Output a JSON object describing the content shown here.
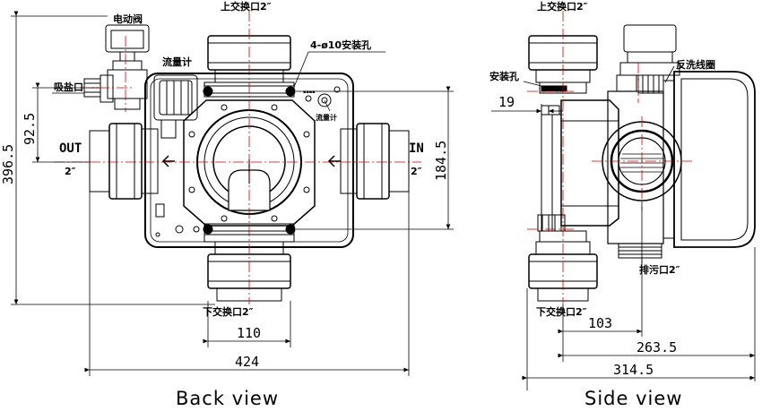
{
  "back_view": {
    "caption": "Back view",
    "labels": {
      "motor_valve": "电动阀",
      "top_port": "上交换口2″",
      "holes": "4-ø10安装孔",
      "flowmeter_1": "流量计",
      "flowmeter_2": "流量计",
      "brine_port": "吸盐口",
      "out": "OUT",
      "out_size": "2″",
      "in": "IN",
      "in_size": "2″",
      "bottom_port": "下交换口2″"
    },
    "dims": {
      "height_total": "396.5",
      "height_upper": "92.5",
      "height_right": "184.5",
      "width_inner": "110",
      "width_total": "424"
    }
  },
  "side_view": {
    "caption": "Side view",
    "labels": {
      "top_port": "上交换口2″",
      "mount_hole": "安装孔",
      "backwash_ring": "反洗线圈",
      "drain": "排污口2″",
      "bottom_port": "下交换口2″"
    },
    "dims": {
      "offset": "19",
      "depth_1": "103",
      "depth_2": "263.5",
      "depth_3": "314.5"
    }
  }
}
